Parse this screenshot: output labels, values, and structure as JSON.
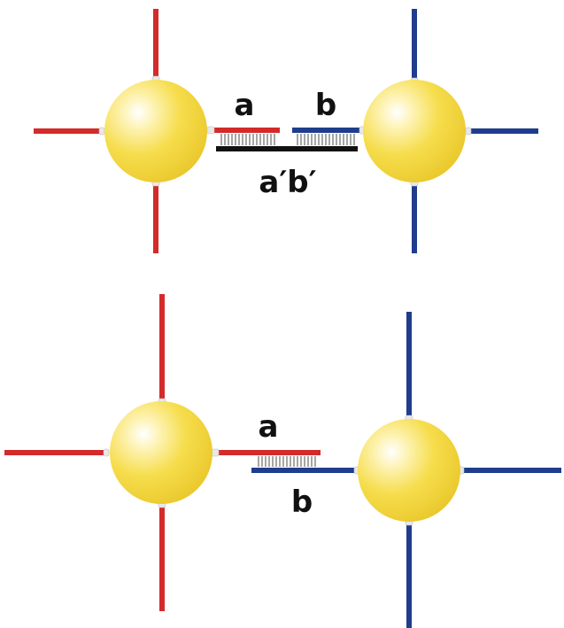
{
  "labels": {
    "top_a": "a",
    "top_b": "b",
    "top_complement": "a′b′",
    "bottom_a": "a",
    "bottom_b": "b"
  },
  "colors": {
    "strand_a": "#d42a2a",
    "strand_b": "#1f3d8c",
    "linker": "#111111",
    "base_pairs": "#777777",
    "particle": "#f4d640",
    "connector": "#e8e8e8",
    "background": "#ffffff"
  },
  "icons": {
    "particle": "gold-nanoparticle",
    "strand": "dna-strand",
    "duplex": "base-pair-hatching"
  }
}
